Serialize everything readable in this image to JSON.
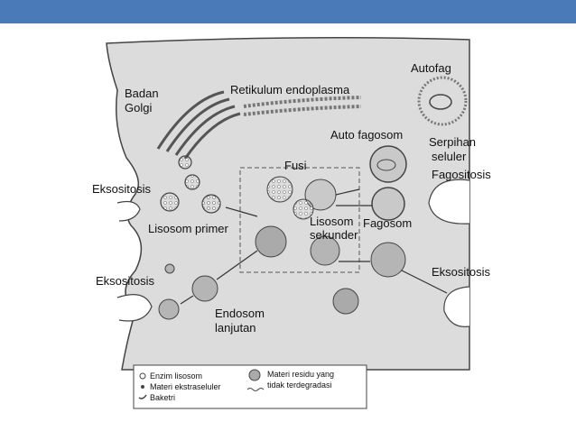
{
  "header": {
    "accent": "#4a7ab7"
  },
  "labels": {
    "autofag": "Autofag",
    "badan_golgi_1": "Badan",
    "badan_golgi_2": "Golgi",
    "retikulum": "Retikulum endoplasma",
    "auto_fagosom": "Auto fagosom",
    "serpihan_1": "Serpihan",
    "serpihan_2": "seluler",
    "fusi": "Fusi",
    "fagositosis": "Fagositosis",
    "eksositosis_top": "Eksositosis",
    "fagosom": "Fagosom",
    "lisosom_sekunder_1": "Lisosom",
    "lisosom_sekunder_2": "sekunder",
    "lisosom_primer": "Lisosom primer",
    "eksositosis_bottom": "Eksositosis",
    "eksositosis_right": "Eksositosis",
    "endosom_1": "Endosom",
    "endosom_2": "lanjutan"
  },
  "legend": {
    "enzim": "Enzim lisosom",
    "materi_ekstraseluler": "Materi ekstraseluler",
    "baketri": "Baketri",
    "materi_residu_1": "Materi residu yang",
    "materi_residu_2": "tidak terdegradasi"
  },
  "colors": {
    "cell_fill": "#dcdcdc",
    "outline": "#444444",
    "vesicle": "#b9b9b9"
  }
}
